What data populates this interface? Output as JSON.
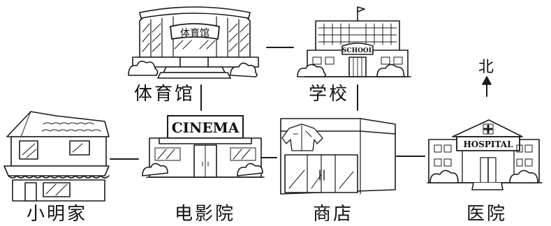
{
  "diagram": {
    "north_label": "北",
    "places": [
      {
        "id": "gym",
        "label": "体育馆",
        "sign": "体育馆"
      },
      {
        "id": "school",
        "label": "学校",
        "sign": "SCHOOL"
      },
      {
        "id": "home",
        "label": "小明家"
      },
      {
        "id": "cinema",
        "label": "电影院",
        "sign": "CINEMA"
      },
      {
        "id": "shop",
        "label": "商店"
      },
      {
        "id": "hospital",
        "label": "医院",
        "sign": "HOSPITAL"
      }
    ],
    "connections": [
      [
        "gym",
        "school"
      ],
      [
        "gym",
        "cinema"
      ],
      [
        "school",
        "shop"
      ],
      [
        "home",
        "cinema"
      ],
      [
        "cinema",
        "shop"
      ],
      [
        "shop",
        "hospital"
      ]
    ]
  }
}
